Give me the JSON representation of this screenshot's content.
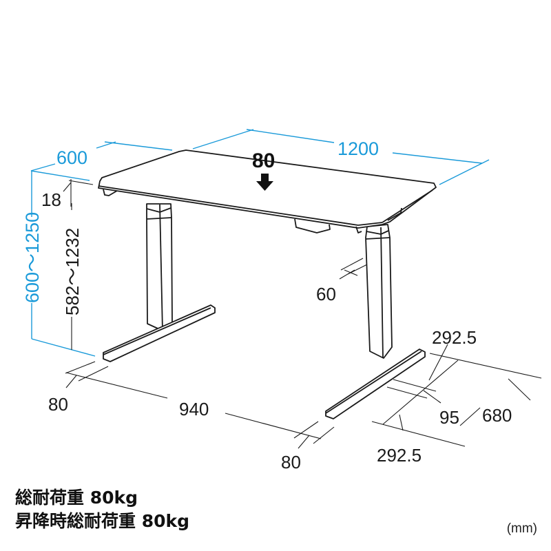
{
  "diagram": {
    "type": "desk-dimension-drawing",
    "accent_color": "#1a9ad9",
    "line_color": "#1a1a1a",
    "dimensions": {
      "depth": "600",
      "width": "1200",
      "height_range": "600〜1250",
      "leg_height_range": "582〜1232",
      "top_thickness": "18",
      "load_on_top": "80",
      "leg_column": "60",
      "foot_width_left": "80",
      "foot_span": "940",
      "foot_width_right": "80",
      "foot_front_offset": "292.5",
      "foot_rear_offset": "292.5",
      "column_depth": "95",
      "foot_length": "680"
    }
  },
  "specs": {
    "line1": "総耐荷重 80kg",
    "line2": "昇降時総耐荷重 80kg"
  },
  "unit": "(mm)"
}
